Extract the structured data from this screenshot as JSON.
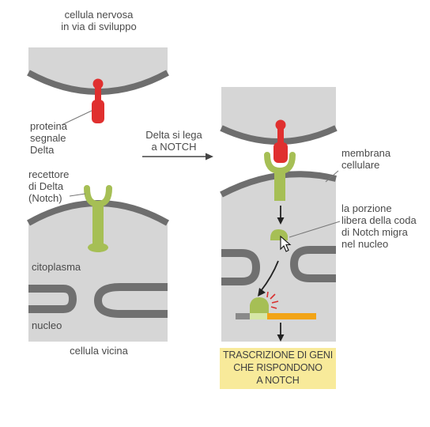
{
  "labels": {
    "developing_cell": "cellula nervosa\nin via di sviluppo",
    "delta_protein": "proteina\nsegnale\nDelta",
    "notch_receptor": "recettore\ndi Delta\n(Notch)",
    "cytoplasm": "citoplasma",
    "nucleus": "nucleo",
    "neighbor_cell": "cellula vicina",
    "arrow_caption": "Delta si lega\na NOTCH",
    "cell_membrane": "membrana\ncellulare",
    "free_tail": "la porzione\nlibera della coda\ndi Notch migra\nnel nucleo",
    "result": "TRASCRIZIONE DI GENI\nCHE RISPONDONO\nA NOTCH"
  },
  "colors": {
    "cell_fill": "#d6d6d6",
    "membrane": "#6e6e6e",
    "delta": "#e0302f",
    "notch": "#a6bf55",
    "gene_active": "#f2a416",
    "result_bg": "#f8ea9a",
    "text": "#4a4a4a"
  }
}
